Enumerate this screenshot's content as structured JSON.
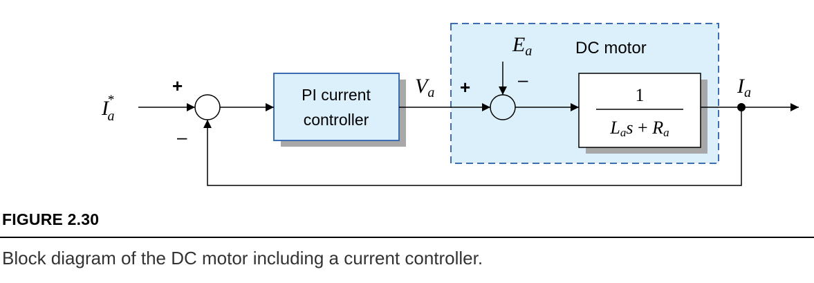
{
  "diagram": {
    "input": {
      "base": "I",
      "sub": "a",
      "sup": "*"
    },
    "sum1": {
      "plus": "+",
      "minus": "–"
    },
    "controller": {
      "line1": "PI current",
      "line2": "controller"
    },
    "voltage": {
      "base": "V",
      "sub": "a"
    },
    "motor": {
      "title": "DC motor",
      "emf": {
        "base": "E",
        "sub": "a"
      },
      "sum2": {
        "plus": "+",
        "minus": "–"
      },
      "transfer": {
        "numerator": "1",
        "den_L": "L",
        "den_L_sub": "a",
        "den_s": "s",
        "den_plus": " + ",
        "den_R": "R",
        "den_R_sub": "a"
      }
    },
    "output": {
      "base": "I",
      "sub": "a"
    },
    "colors": {
      "block_fill": "#dcf0fc",
      "block_border": "#3b6db0",
      "shadow": "#a8a8a8"
    }
  },
  "caption": {
    "label": "FIGURE 2.30",
    "text": "Block diagram of the DC motor including a current controller."
  }
}
